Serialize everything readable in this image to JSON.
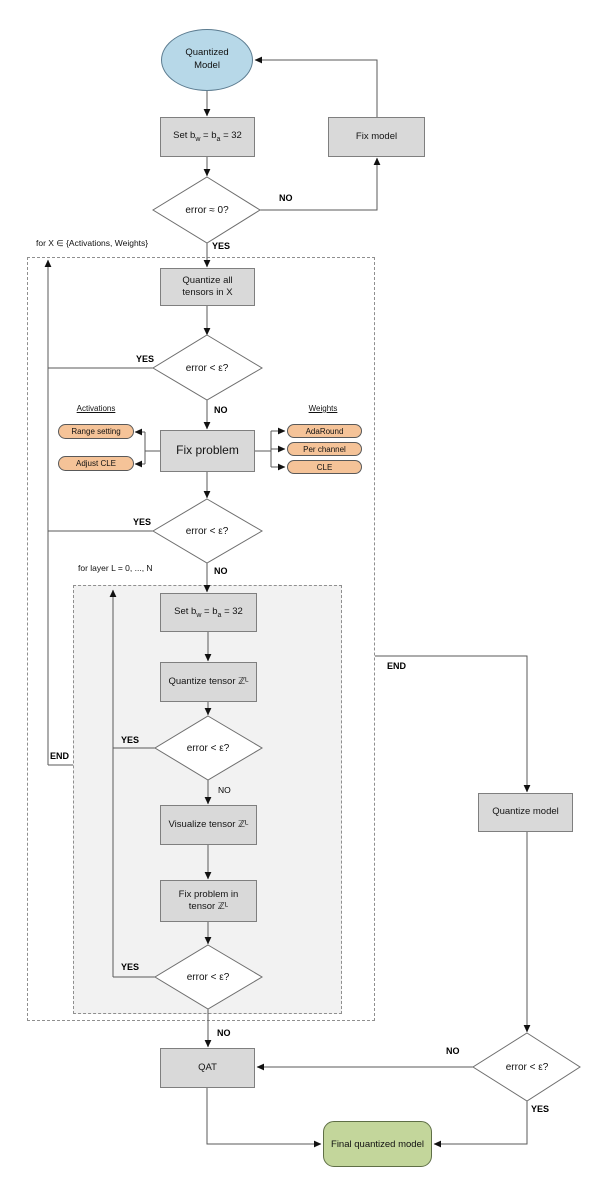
{
  "labels": {
    "yes": "YES",
    "no": "NO",
    "end": "END"
  },
  "loops": {
    "outer": "for X ∈ {Activations, Weights}",
    "inner": "for layer L = 0, ..., N"
  },
  "nodes": {
    "start": "Quantized\nModel",
    "set_bits": {
      "t1": "Set b",
      "sw": "w",
      "t2": " = b",
      "sa": "a",
      "t3": " = 32"
    },
    "fix_model": "Fix model",
    "decision_zero": "error ≈ 0?",
    "quantize_all": "Quantize all tensors in X",
    "decision_eps": "error < ε?",
    "fix_problem": "Fix problem",
    "quantize_tensor": "Quantize tensor ℤᴸ",
    "visualize_tensor": "Visualize tensor ℤᴸ",
    "fix_tensor": "Fix problem in tensor ℤᴸ",
    "qat": "QAT",
    "quantize_model": "Quantize model",
    "final": "Final quantized model"
  },
  "fixes": {
    "activations": {
      "title": "Activations",
      "items": [
        "Range setting",
        "Adjust CLE"
      ]
    },
    "weights": {
      "title": "Weights",
      "items": [
        "AdaRound",
        "Per channel",
        "CLE"
      ]
    }
  },
  "colors": {
    "node_fill": "#d9d9d9",
    "start_fill": "#b7d8e8",
    "pill_fill": "#f5c398",
    "final_fill": "#c3d69b",
    "inner_loop_fill": "#f2f2f2",
    "line": "#5a5a5a"
  }
}
